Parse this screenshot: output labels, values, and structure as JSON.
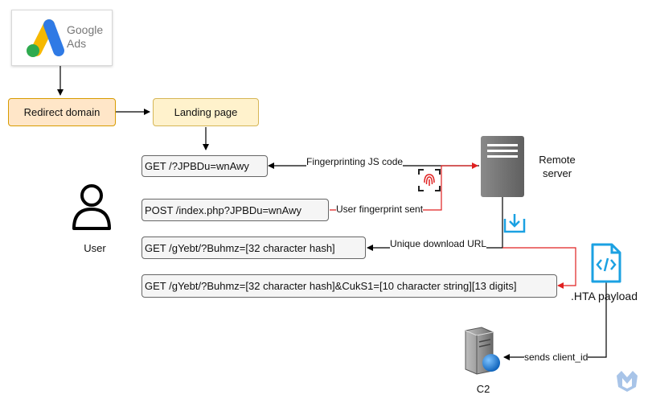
{
  "google_ads": {
    "line1": "Google",
    "line2": "Ads"
  },
  "nodes": {
    "redirect_domain": "Redirect domain",
    "landing_page": "Landing page",
    "remote_server": "Remote\nserver",
    "user": "User",
    "c2": "C2",
    "hta_payload": ".HTA payload"
  },
  "requests": [
    "GET /?JPBDu=wnAwy",
    "POST /index.php?JPBDu=wnAwy",
    "GET /gYebt/?Buhmz=[32 character hash]",
    "GET /gYebt/?Buhmz=[32 character hash]&CukS1=[10 character string][13 digits]"
  ],
  "edge_labels": {
    "fingerprinting": "Fingerprinting JS code",
    "fingerprint_sent": "User fingerprint sent",
    "download_url": "Unique download URL",
    "sends_client_id": "sends client_id"
  },
  "colors": {
    "red_arrow": "#e02020",
    "black_arrow": "#000000",
    "accent_blue": "#1ba1e2",
    "server_gray": "#6d6d6d"
  },
  "icons": [
    "google-ads-logo",
    "user-icon",
    "server-icon",
    "fingerprint-icon",
    "download-icon",
    "code-file-icon",
    "c2-server-icon",
    "malwarebytes-logo"
  ]
}
